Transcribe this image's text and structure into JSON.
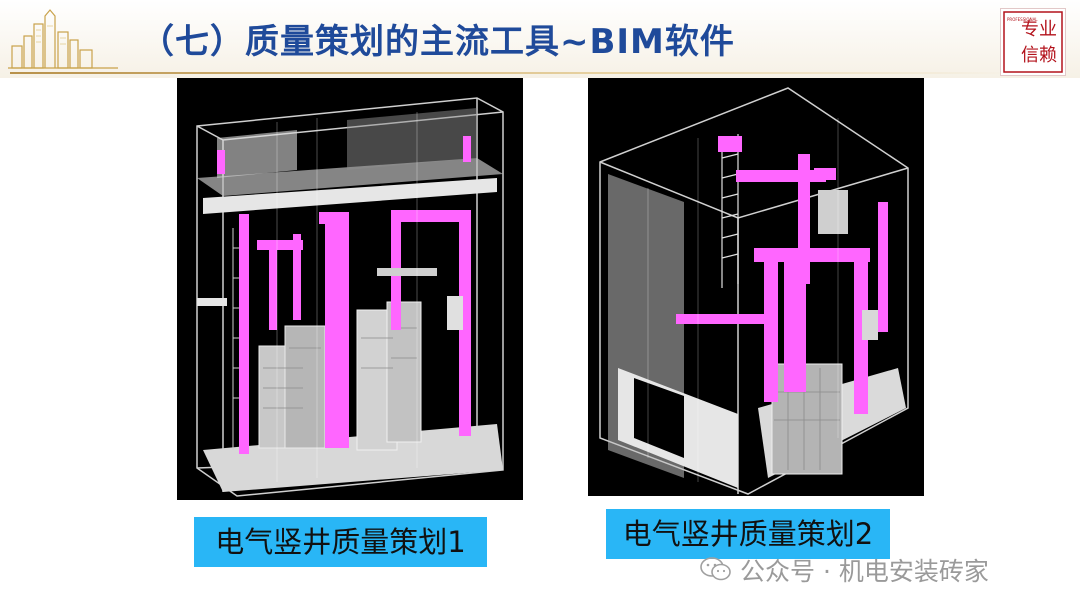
{
  "slide": {
    "title": "（七）质量策划的主流工具~BIM软件",
    "logo_icon": "city-skyline-logo",
    "seal_icon": "red-seal-stamp",
    "seal_text": "专业信赖"
  },
  "figures": [
    {
      "caption": "电气竖井质量策划1",
      "image": "electrical-shaft-bim-model-front-view"
    },
    {
      "caption": "电气竖井质量策划2",
      "image": "electrical-shaft-bim-model-isometric-view"
    }
  ],
  "watermark": {
    "icon": "wechat-icon",
    "text": "公众号 · 机电安装砖家"
  },
  "colors": {
    "title": "#1f4a9a",
    "caption_bg": "#29b6f6",
    "magenta": "#ff66ff",
    "model_bg": "#000000"
  }
}
